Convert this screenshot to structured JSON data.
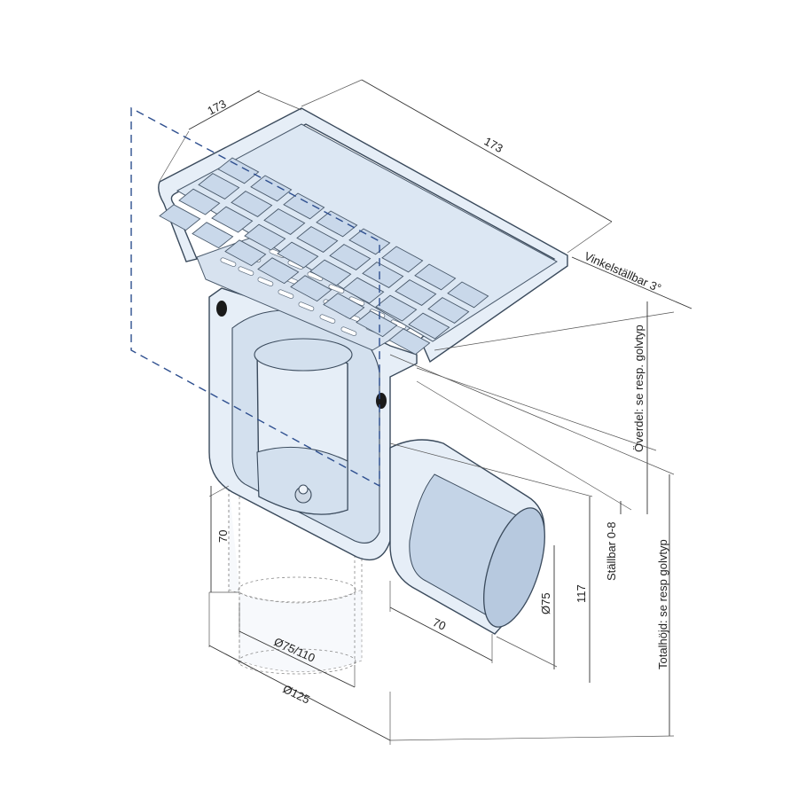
{
  "dimensions": {
    "width_left": "173",
    "width_right": "173",
    "tilt": "Vinkelställbar 3°",
    "overdel": "Överdel: se resp. golvtyp",
    "stallbar": "Ställbar 0-8",
    "totalhojd": "Totalhöjd: se resp golvtyp",
    "height_117": "117",
    "dia_outlet": "Ø75",
    "outlet_length": "70",
    "bottom_height": "70",
    "dia_bottom": "Ø75/110",
    "dia_body": "Ø125"
  },
  "colors": {
    "body": "#e6eef7",
    "outline": "#3a4a5c",
    "frame_dash": "#2e4f8f"
  }
}
